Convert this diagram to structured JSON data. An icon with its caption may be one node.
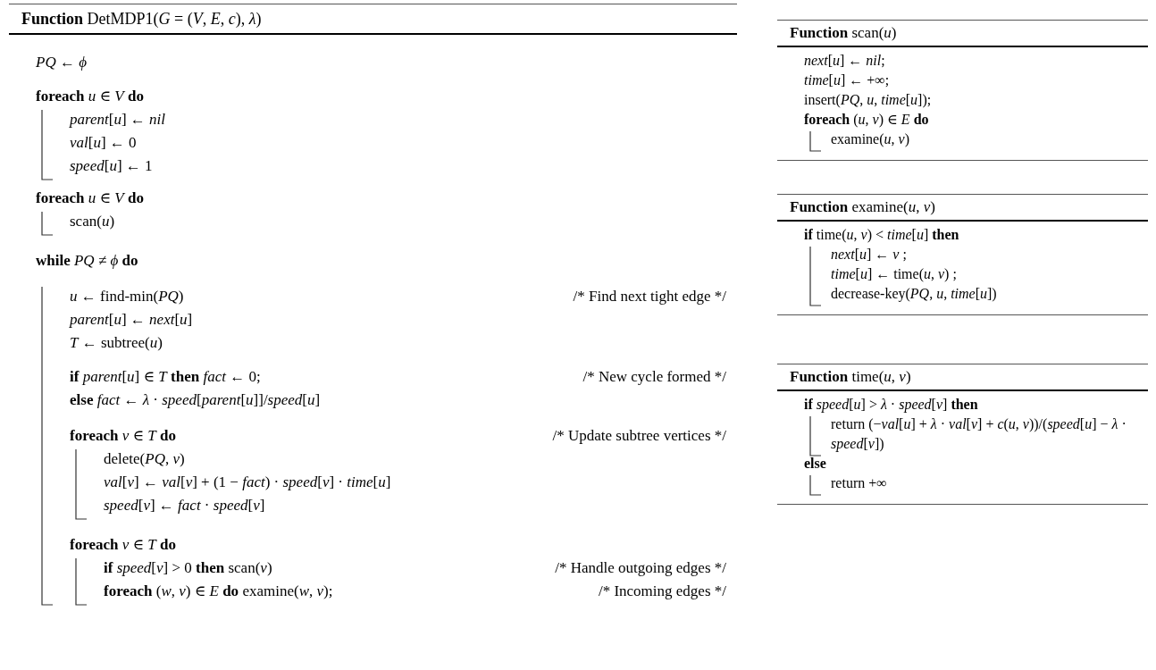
{
  "diagram": {
    "nodes": [
      {
        "text": [
          "**Function** DetMDP1(*G* = (*V*, *E*, *c*), *λ*)",
          "*PQ* ← *ϕ*",
          "**foreach** *u* ∈ *V* **do**",
          "*parent*[*u*] ← *nil*",
          "*val*[*u*] ← 0",
          "*speed*[*u*] ← 1",
          "**foreach** *u* ∈ *V* **do**",
          "scan(*u*)",
          "**while** *PQ* ≠ *ϕ* **do**",
          "*u* ← find-min(*PQ*)",
          "/* Find next tight edge */",
          "*parent*[*u*] ← *next*[*u*]",
          "*T* ← subtree(*u*)",
          "**if** *parent*[*u*] ∈ *T* **then** *fact* ← 0;",
          "/* New cycle formed */",
          "**else** *fact* ← *λ* · *speed*[*parent*[*u*]]/*speed*[*u*]",
          "**foreach** *v* ∈ *T* **do**",
          "/* Update subtree vertices */",
          "delete(*PQ*, *v*)",
          "*val*[*v*] ← *val*[*v*] + (1 − *fact*) · *speed*[*v*] · *time*[*u*]",
          "*speed*[*v*] ← *fact* · *speed*[*v*]",
          "**foreach** *v* ∈ *T* **do**",
          "**if** *speed*[*v*] > 0 **then** scan(*v*)",
          "/* Handle outgoing edges */",
          "**foreach** (*w*, *v*) ∈ *E* **do** examine(*w*, *v*);",
          "/* Incoming edges */"
        ]
      },
      {
        "text": [
          "**Function** scan(*u*)",
          "*next*[*u*] ← *nil*;",
          "*time*[*u*] ← +∞;",
          "insert(*PQ*, *u*, *time*[*u*]);",
          "**foreach** (*u*, *v*) ∈ *E* **do**",
          "examine(*u*, *v*)"
        ]
      },
      {
        "text": [
          "**Function** examine(*u*, *v*)",
          "**if** time(*u*, *v*) < *time*[*u*] **then**",
          "*next*[*u*] ← *v* ;",
          "*time*[*u*] ← time(*u*, *v*) ;",
          "decrease-key(*PQ*, *u*, *time*[*u*])"
        ]
      },
      {
        "text": [
          "**Function** time(*u*, *v*)",
          "**if** *speed*[*u*] > *λ* · *speed*[*v*] **then**",
          "return (−*val*[*u*] + *λ* · *val*[*v*] + *c*(*u*, *v*))/(*speed*[*u*] − *λ* · *speed*[*v*])",
          "**else**",
          "return +∞"
        ]
      }
    ]
  }
}
